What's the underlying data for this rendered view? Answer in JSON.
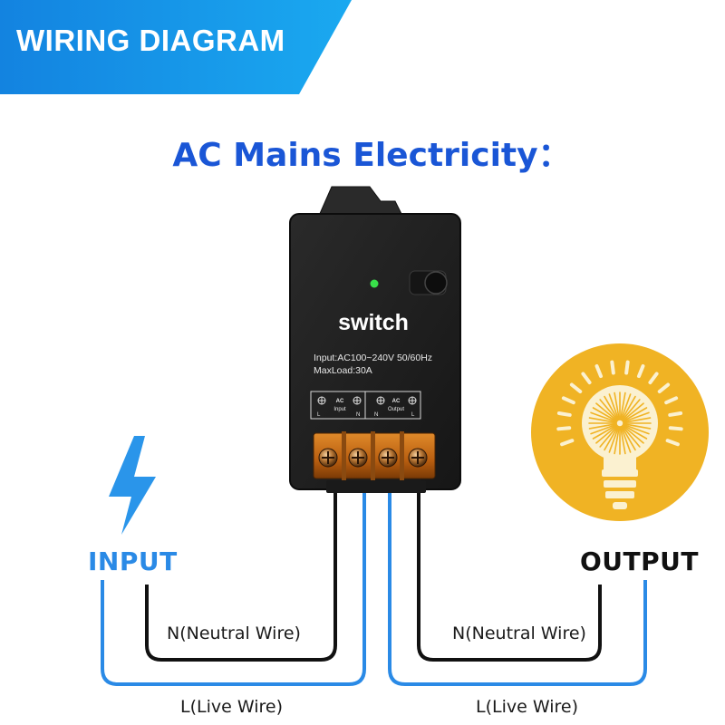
{
  "banner": {
    "title": "WIRING DIAGRAM"
  },
  "title": "AC Mains Electricity：",
  "device": {
    "brand": "switch",
    "spec_input": "Input:AC100~240V 50/60Hz",
    "spec_load": "MaxLoad:30A",
    "terminal_labels": {
      "input_group": "AC",
      "input_caption": "Input",
      "output_group": "AC",
      "output_caption": "Output",
      "l": "L",
      "n": "N"
    }
  },
  "labels": {
    "input": "INPUT",
    "output": "OUTPUT",
    "neutral_left": "N(Neutral Wire)",
    "neutral_right": "N(Neutral Wire)",
    "live_left": "L(Live Wire)",
    "live_right": "L(Live Wire)"
  },
  "icons": {
    "power": "lightning-bolt-icon",
    "load": "light-bulb-icon"
  },
  "colors": {
    "banner_blue": "#1597e8",
    "title_blue": "#1a56d6",
    "live_wire": "#2a8ae6",
    "neutral_wire": "#111111",
    "device_body": "#1f1f1f",
    "terminal_orange": "#c26a12",
    "bulb_circle": "#f0b324",
    "led_green": "#39e04a"
  }
}
